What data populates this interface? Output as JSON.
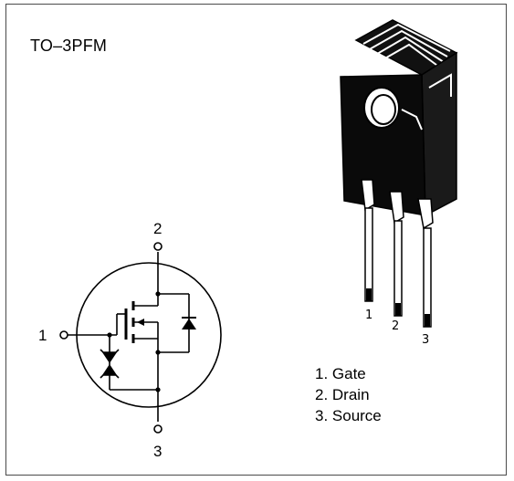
{
  "package": {
    "title": "TO–3PFM"
  },
  "schematic": {
    "pins": [
      {
        "number": "1"
      },
      {
        "number": "2"
      },
      {
        "number": "3"
      }
    ]
  },
  "component": {
    "lead_numbers": [
      "1",
      "2",
      "3"
    ]
  },
  "legend": {
    "items": [
      "1. Gate",
      "2. Drain",
      "3. Source"
    ]
  },
  "colors": {
    "line": "#000000",
    "frame": "#4a4a4a",
    "body": "#0a0a0a"
  }
}
